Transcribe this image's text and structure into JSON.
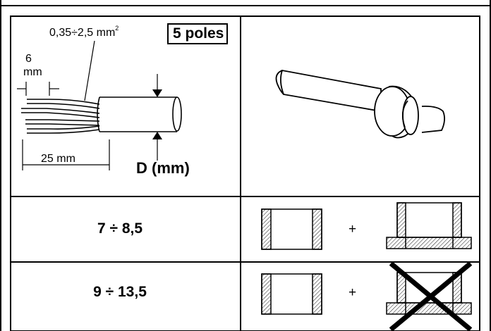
{
  "cable": {
    "wire_section": "0,35÷2,5 mm",
    "wire_section_sup": "2",
    "strip_length_value": "6",
    "strip_length_unit": "mm",
    "sheath_length": "25 mm",
    "diameter_label": "D (mm)",
    "poles_label": "5 poles"
  },
  "rows": [
    {
      "diameter_range": "7 ÷ 8,5",
      "plus": "+",
      "ring_b_crossed": false
    },
    {
      "diameter_range": "9 ÷ 13,5",
      "plus": "+",
      "ring_b_crossed": true
    }
  ]
}
